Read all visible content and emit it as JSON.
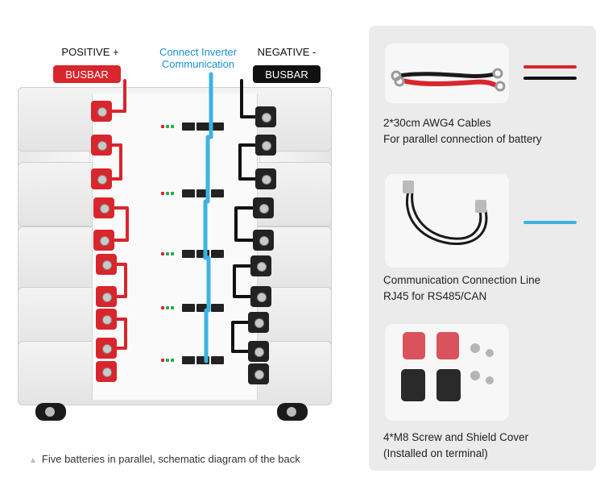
{
  "left": {
    "positive_label": "POSITIVE +",
    "positive_busbar": "BUSBAR",
    "comm_label_line1": "Connect Inverter",
    "comm_label_line2": "Communication",
    "negative_label": "NEGATIVE -",
    "negative_busbar": "BUSBAR",
    "caption": "Five batteries in parallel, schematic diagram of the back",
    "module_count": 5
  },
  "right": {
    "item1": {
      "line1": "2*30cm AWG4 Cables",
      "line2": "For parallel connection of battery"
    },
    "item2": {
      "line1": "Communication Connection Line",
      "line2": "RJ45 for RS485/CAN"
    },
    "item3": {
      "line1": "4*M8 Screw and Shield Cover",
      "line2": "(Installed on terminal)"
    }
  },
  "colors": {
    "positive": "#d8262c",
    "negative": "#111111",
    "communication": "#3db3e3",
    "panel_bg": "#ebebeb"
  },
  "icons": {
    "caption_marker": "triangle-icon"
  }
}
